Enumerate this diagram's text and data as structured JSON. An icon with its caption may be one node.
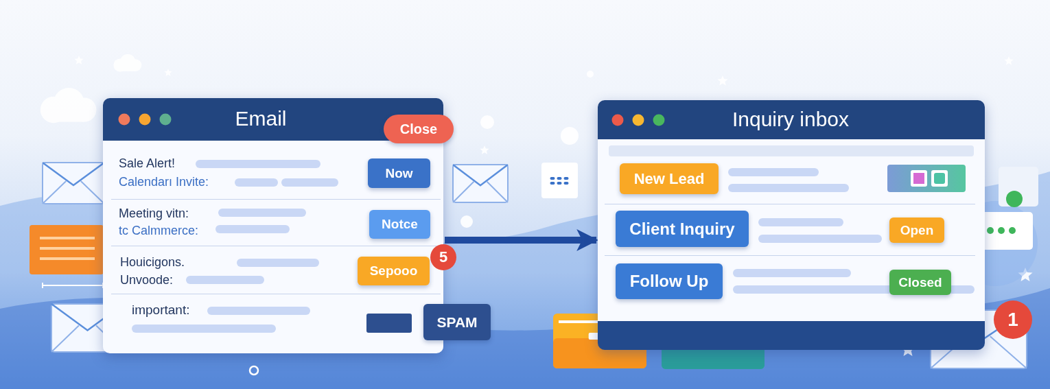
{
  "diagram": {
    "nodes": [
      {
        "text": [
          "Email"
        ]
      },
      {
        "text": [
          "Inquiry inbox"
        ]
      }
    ],
    "edges": [
      {
        "from": 0,
        "to": 1,
        "arrow": "to"
      }
    ],
    "labels": [
      "Close",
      "Sale Alert!",
      "Calendarı Invite:",
      "Now",
      "Meeting vitn:",
      "tc Calmmerce:",
      "Notce",
      "Houicigons.",
      "Unvoode:",
      "Sepooo",
      "5",
      "important:",
      "SPAM",
      "New Lead",
      "Client Inquiry",
      "Open",
      "Follow Up",
      "Closed",
      "1"
    ]
  }
}
